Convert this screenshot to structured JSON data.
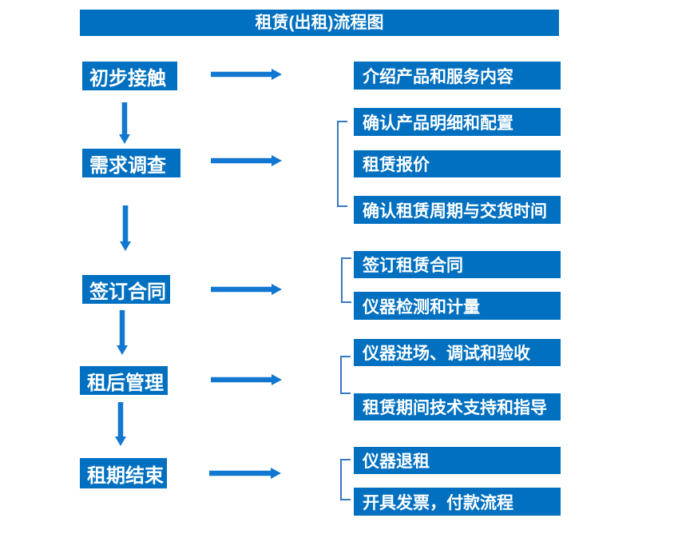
{
  "title": "租赁(出租)流程图",
  "flow": {
    "stages": [
      {
        "label": "初步接触",
        "steps": [
          "介绍产品和服务内容"
        ]
      },
      {
        "label": "需求调查",
        "steps": [
          "确认产品明细和配置",
          "租赁报价",
          "确认租赁周期与交货时间"
        ]
      },
      {
        "label": "签订合同",
        "steps": [
          "签订租赁合同",
          "仪器检测和计量"
        ]
      },
      {
        "label": "租后管理",
        "steps": [
          "仪器进场、调试和验收",
          "租赁期间技术支持和指导"
        ]
      },
      {
        "label": "租期结束",
        "steps": [
          "仪器退租",
          "开具发票，付款流程"
        ]
      }
    ]
  },
  "colors": {
    "box_fill": "#0170C0",
    "arrow": "#1277D0",
    "bracket": "#3679C0",
    "text": "#FFFFFF",
    "background": "#FFFFFF"
  }
}
